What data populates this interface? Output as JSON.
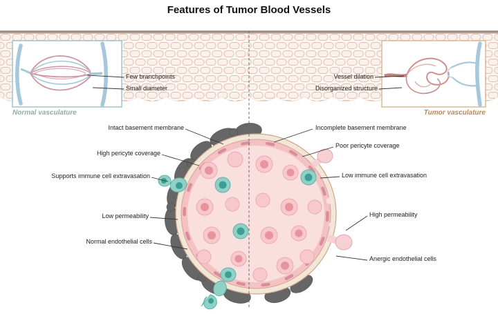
{
  "title": "Features of Tumor Blood Vessels",
  "insets": {
    "normal": {
      "caption": "Normal vasculature",
      "labels": [
        "Few branchpoints",
        "Small diameter"
      ]
    },
    "tumor": {
      "caption": "Tumor vasculature",
      "labels": [
        "Vessel dilation",
        "Disorganized structure"
      ]
    }
  },
  "vessel_labels": {
    "left": [
      "Intact basement membrane",
      "High pericyte coverage",
      "Supports immune cell extravasation",
      "Low permeability",
      "Normal endothelial cells"
    ],
    "right": [
      "Incomplete basement membrane",
      "Poor pericyte coverage",
      "Low immune cell extravasation",
      "High permeability",
      "Anergic endothelial cells"
    ]
  },
  "colors": {
    "normal_caption": "#8fae9e",
    "tumor_caption": "#bf8756",
    "vessel_lumen": "#fadfdf",
    "endothelium": "#f3c3c3",
    "basement_membrane": "#f2e7d6",
    "immune_cell_teal": "#8fd0c7",
    "pericyte_gray": "#666666",
    "blood_vessel_blue": "#a6c8db",
    "capillary_pink": "#cf93a2"
  }
}
